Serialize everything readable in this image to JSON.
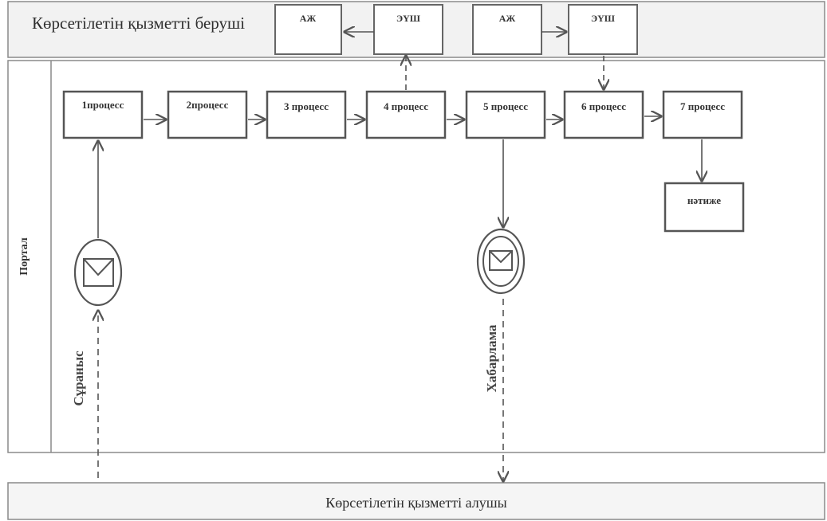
{
  "lanes": {
    "provider": "Көрсетілетін қызметті беруші",
    "portal": "Портал",
    "recipient": "Көрсетілетін қызметті алушы"
  },
  "systems": {
    "aj_1": "АЖ",
    "eush_1": "ЭҮШ",
    "aj_2": "АЖ",
    "eush_2": "ЭҮШ"
  },
  "processes": [
    "1процесс",
    "2процесс",
    "3 процесс",
    "4 процесс",
    "5 процесс",
    "6 процесс",
    "7 процесс"
  ],
  "result": "нәтиже",
  "flows": {
    "request": "Сұраныс",
    "notification": "Хабарлама"
  }
}
